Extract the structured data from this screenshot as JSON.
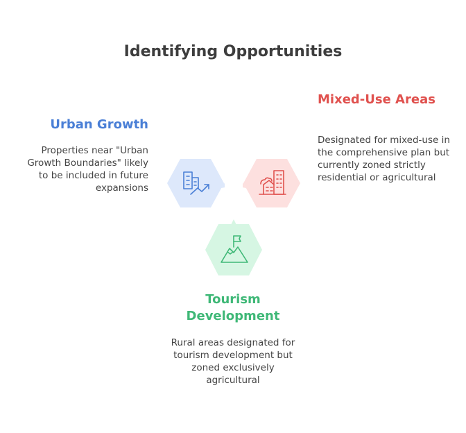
{
  "title": "Identifying Opportunities",
  "colors": {
    "urban": "#4a7fd6",
    "mixed": "#e0514e",
    "tourism": "#3fb877",
    "urban_bg": "#dde8fb",
    "mixed_bg": "#fde0df",
    "tourism_bg": "#d6f6e3"
  },
  "items": [
    {
      "heading": "Urban Growth",
      "description": "Properties near \"Urban Growth Boundaries\" likely to be included in future expansions",
      "icon": "buildings-growth-icon"
    },
    {
      "heading": "Mixed-Use Areas",
      "description": "Designated for mixed-use in the comprehensive plan but currently zoned strictly residential or agricultural",
      "icon": "city-buildings-icon"
    },
    {
      "heading": "Tourism Development",
      "description": "Rural areas designated for tourism development but zoned exclusively agricultural",
      "icon": "mountain-flag-icon"
    }
  ]
}
